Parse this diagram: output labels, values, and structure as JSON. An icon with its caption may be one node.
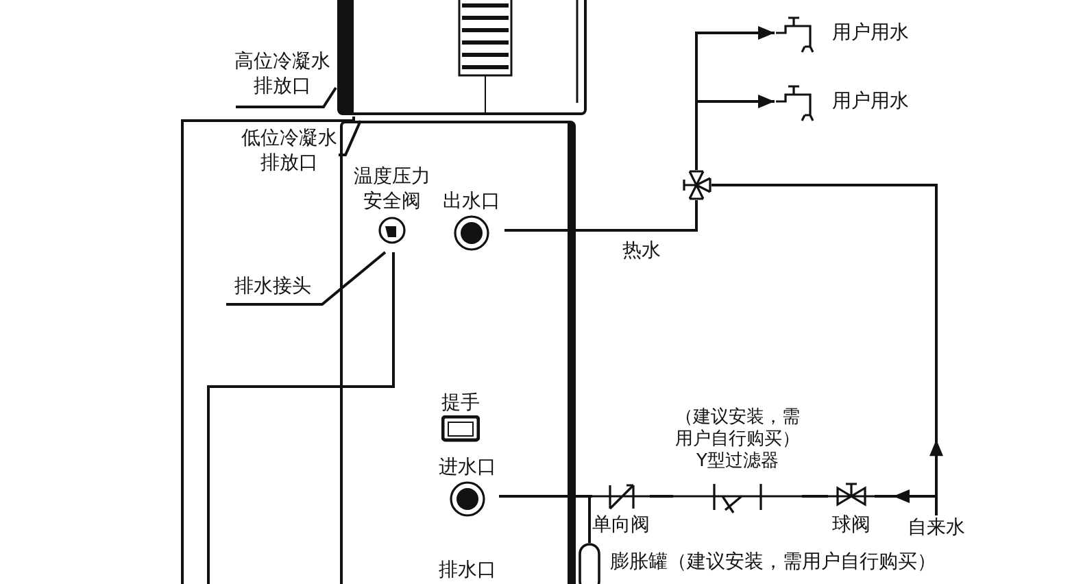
{
  "diagram": {
    "nodes": [
      {
        "text": [],
        "shape": "picture"
      },
      {
        "text": [
          "高位冷凝水排放口"
        ]
      },
      {
        "text": [
          "低位冷凝水排放口"
        ]
      },
      {
        "text": [],
        "shape": "box"
      },
      {
        "text": [
          "用户用水"
        ]
      },
      {
        "text": [
          "用户用水"
        ]
      },
      {
        "text": [
          "温度压力安全阀"
        ],
        "in": 3
      },
      {
        "text": [
          "出水口"
        ],
        "in": 3
      },
      {
        "text": [
          "排水接头"
        ]
      },
      {
        "text": [],
        "shape": "picture"
      },
      {
        "text": [
          "提手"
        ],
        "in": 3
      },
      {
        "text": [
          "进水口"
        ],
        "in": 3
      },
      {
        "text": [
          "（建议安装，需用户自行购买）",
          "Y型过滤器"
        ]
      },
      {
        "text": [
          "单向阀"
        ]
      },
      {
        "text": [
          "球阀"
        ]
      },
      {
        "text": [
          "自来水"
        ]
      },
      {
        "text": [
          "排水口"
        ],
        "in": 3
      },
      {
        "text": [
          "膨胀罐（建议安装，需用户自行购买）"
        ]
      }
    ],
    "edges": [
      {
        "from": 1,
        "to": 0,
        "arrow": "none"
      },
      {
        "from": 2,
        "to": 3,
        "arrow": "none"
      },
      {
        "from": 8,
        "to": 6,
        "arrow": "none"
      },
      {
        "from": 0,
        "to": null,
        "arrow": "none"
      },
      {
        "from": 6,
        "to": null,
        "arrow": "none"
      },
      {
        "from": 7,
        "to": 9,
        "arrow": "none",
        "label": "热水"
      },
      {
        "from": 9,
        "to": 4,
        "arrow": "to"
      },
      {
        "from": 9,
        "to": 5,
        "arrow": "to"
      },
      {
        "from": 15,
        "to": 9,
        "arrow": "to"
      },
      {
        "from": 15,
        "to": 14,
        "arrow": "to"
      },
      {
        "from": 14,
        "to": 12,
        "arrow": "none"
      },
      {
        "from": 12,
        "to": 13,
        "arrow": "none"
      },
      {
        "from": 13,
        "to": 11,
        "arrow": "none"
      },
      {
        "from": 13,
        "to": 17,
        "arrow": "none"
      }
    ]
  }
}
